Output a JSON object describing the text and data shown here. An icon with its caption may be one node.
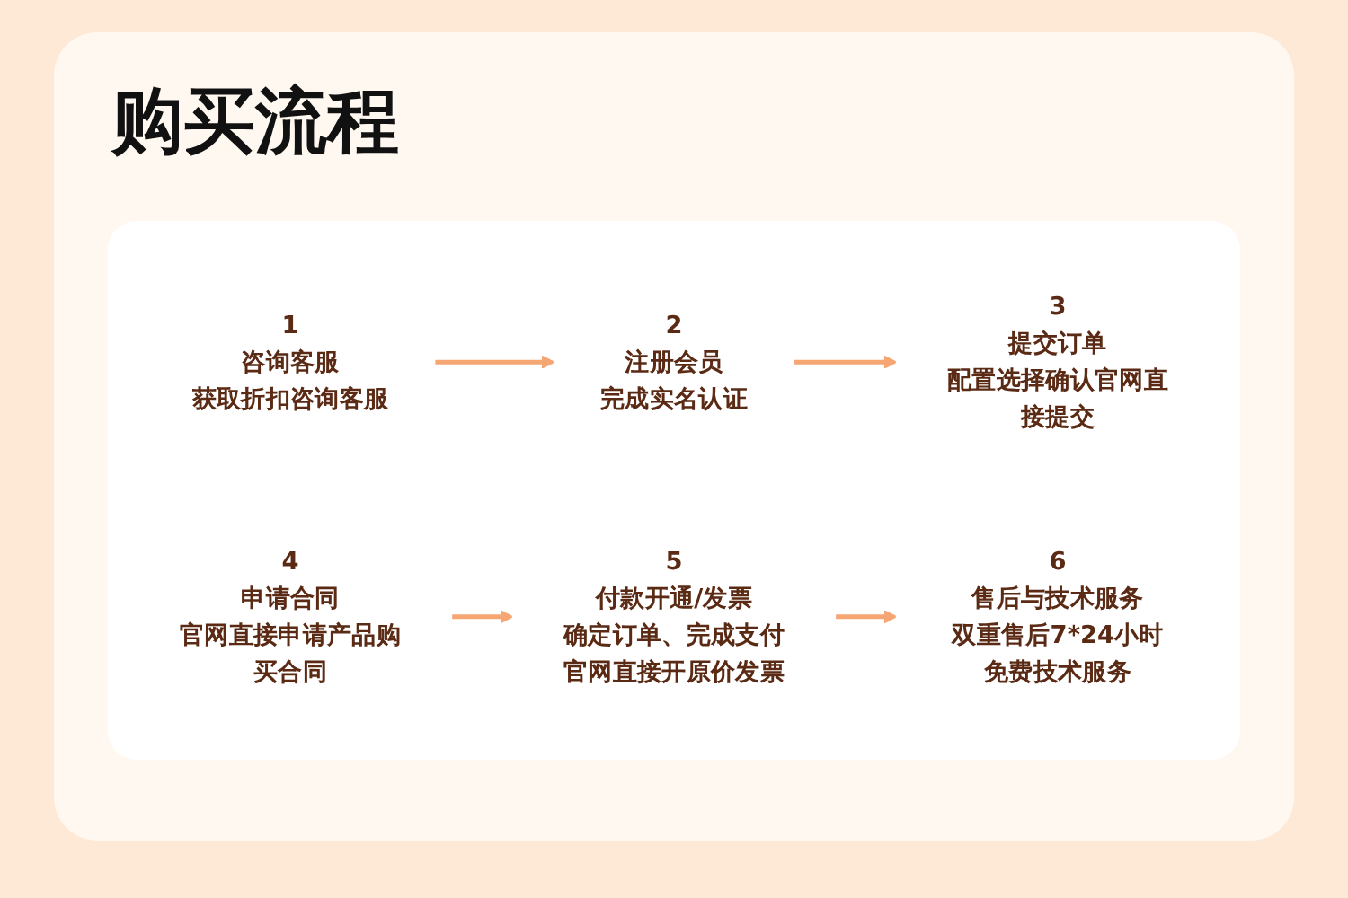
{
  "diagram": {
    "title": "购买流程",
    "nodes": [
      {
        "text": [
          "1",
          "咨询客服",
          "获取折扣咨询客服"
        ]
      },
      {
        "text": [
          "2",
          "注册会员",
          "完成实名认证"
        ]
      },
      {
        "text": [
          "3",
          "提交订单",
          "配置选择确认官网直接提交"
        ]
      },
      {
        "text": [
          "4",
          "申请合同",
          "官网直接申请产品购买合同"
        ]
      },
      {
        "text": [
          "5",
          "付款开通/发票",
          "确定订单、完成支付官网直接开原价发票"
        ]
      },
      {
        "text": [
          "6",
          "售后与技术服务",
          "双重售后7*24小时免费技术服务"
        ]
      }
    ],
    "edges": [
      {
        "from": 0,
        "to": 1,
        "arrow": "to"
      },
      {
        "from": 1,
        "to": 2,
        "arrow": "to"
      },
      {
        "from": 3,
        "to": 4,
        "arrow": "to"
      },
      {
        "from": 4,
        "to": 5,
        "arrow": "to"
      }
    ]
  }
}
